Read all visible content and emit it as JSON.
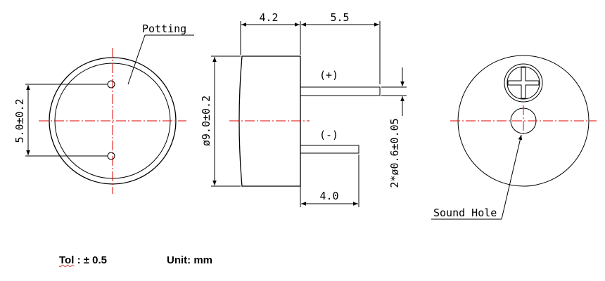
{
  "labels": {
    "potting": "Potting",
    "sound_hole": "Sound Hole",
    "plus": "(+)",
    "minus": "(-)"
  },
  "dimensions": {
    "pin_spacing": "5.0±0.2",
    "body_diameter": "ø9.0±0.2",
    "body_height": "4.2",
    "pin_length_plus": "5.5",
    "pin_length_minus": "4.0",
    "pin_diameter": "2*ø0.6±0.05"
  },
  "footer": {
    "tol_label": "Tol",
    "tol_value": ": ± 0.5",
    "unit": "Unit: mm"
  }
}
